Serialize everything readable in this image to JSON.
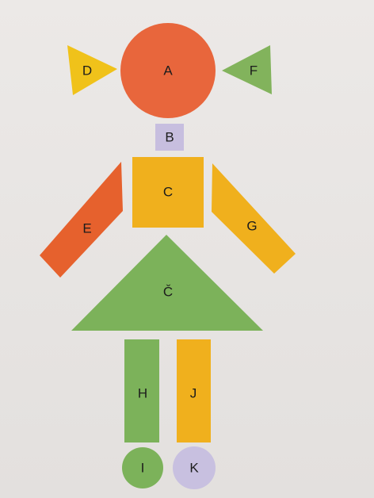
{
  "figure": {
    "shapes": [
      {
        "id": "A",
        "label": "A",
        "kind": "circle",
        "color": "#e8663c"
      },
      {
        "id": "D",
        "label": "D",
        "kind": "triangle",
        "color": "#f0c21a"
      },
      {
        "id": "F",
        "label": "F",
        "kind": "triangle",
        "color": "#82b35c"
      },
      {
        "id": "B",
        "label": "B",
        "kind": "square",
        "color": "#c7bedf"
      },
      {
        "id": "C",
        "label": "C",
        "kind": "square",
        "color": "#f0b01d"
      },
      {
        "id": "E",
        "label": "E",
        "kind": "parallelogram",
        "color": "#e6612d"
      },
      {
        "id": "G",
        "label": "G",
        "kind": "parallelogram",
        "color": "#f0b01d"
      },
      {
        "id": "C_caron",
        "label": "Č",
        "kind": "triangle",
        "color": "#7cb25a"
      },
      {
        "id": "H",
        "label": "H",
        "kind": "rectangle",
        "color": "#7cb25a"
      },
      {
        "id": "J",
        "label": "J",
        "kind": "rectangle",
        "color": "#f0b01d"
      },
      {
        "id": "I",
        "label": "I",
        "kind": "circle",
        "color": "#7cb25a"
      },
      {
        "id": "K",
        "label": "K",
        "kind": "circle",
        "color": "#c8c0e0"
      }
    ]
  }
}
